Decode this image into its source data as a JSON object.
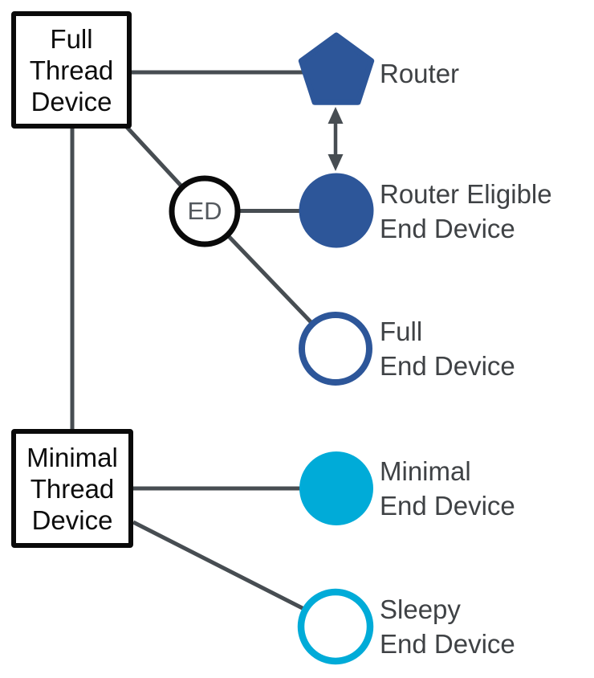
{
  "diagram": {
    "boxes": {
      "full_thread_device": "Full\nThread\nDevice",
      "minimal_thread_device": "Minimal\nThread\nDevice"
    },
    "nodes": {
      "router": "Router",
      "router_eligible_end_device": "Router Eligible\nEnd Device",
      "full_end_device": "Full\nEnd Device",
      "minimal_end_device": "Minimal\nEnd Device",
      "sleepy_end_device": "Sleepy\nEnd Device",
      "ed_badge": "ED"
    },
    "colors": {
      "blue": "#2d5699",
      "cyan": "#00abd8",
      "line": "#474d52",
      "label": "#3f4245",
      "box_border": "#0a0a0a",
      "ed_text": "#54595e",
      "white": "#ffffff",
      "background": "#ffffff"
    }
  }
}
